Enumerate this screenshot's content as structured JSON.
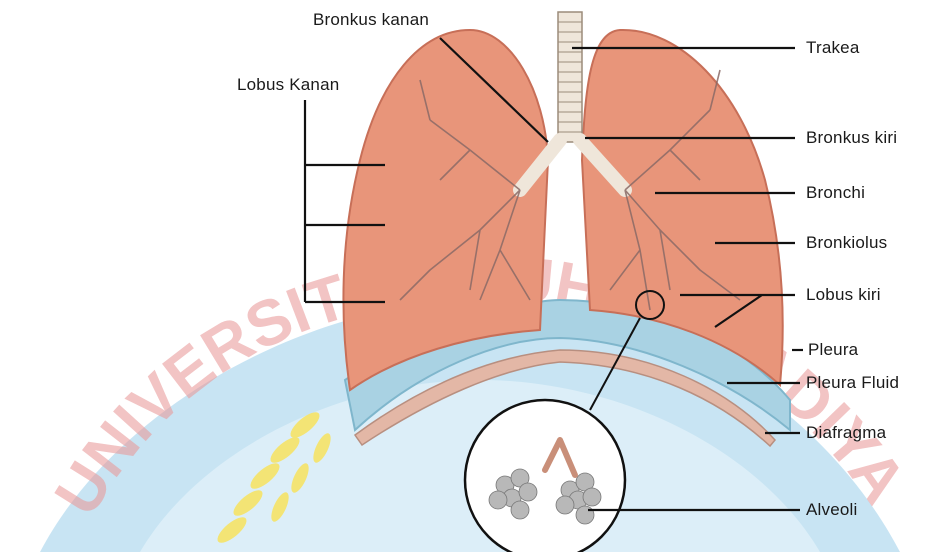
{
  "diagram": {
    "labels": {
      "bronkus_kanan": "Bronkus kanan",
      "lobus_kanan": "Lobus Kanan",
      "trakea": "Trakea",
      "bronkus_kiri": "Bronkus kiri",
      "bronchi": "Bronchi",
      "bronkiolus": "Bronkiolus",
      "lobus_kiri": "Lobus kiri",
      "pleura": "Pleura",
      "pleura_fluid": "Pleura Fluid",
      "diafragma": "Diafragma",
      "alveoli": "Alveoli"
    },
    "watermark": "UNIVERSITAS MUHAMMADIYAH",
    "colors": {
      "lung": "#e8957a",
      "lung_edge": "#c76f58",
      "pleura": "#a9d2e3",
      "watermark_blue": "#7fb9e0",
      "watermark_text": "#e07a7a",
      "leaf_yellow": "#f5df4d",
      "label_line": "#111111"
    }
  }
}
